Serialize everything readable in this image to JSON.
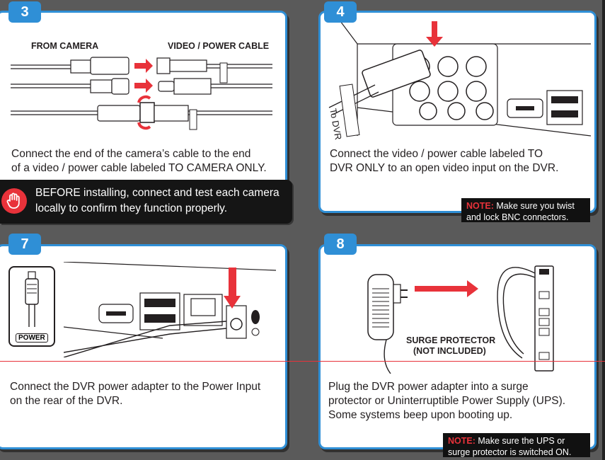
{
  "colors": {
    "accent_blue": "#2f8fd6",
    "alert_red": "#e8323a",
    "note_bg": "#111111",
    "page_bg": "#5a5a5a"
  },
  "steps": [
    {
      "number": "3",
      "labels": {
        "from_camera": "FROM CAMERA",
        "cable": "VIDEO / POWER CABLE"
      },
      "text": "Connect the end of the camera’s cable to the end\nof a video / power cable labeled TO CAMERA ONLY."
    },
    {
      "number": "4",
      "cable_tag": "To DVR",
      "text": "Connect the video / power cable labeled TO\nDVR ONLY to an open video input on the DVR.",
      "note": {
        "prefix": "NOTE:",
        "text": " Make sure you twist\nand lock BNC connectors."
      }
    },
    {
      "number": "7",
      "power_label": "POWER",
      "text": "Connect the DVR power adapter to the Power Input\non the rear of the DVR."
    },
    {
      "number": "8",
      "surge_label_1": "SURGE PROTECTOR",
      "surge_label_2": "(NOT INCLUDED)",
      "text": "Plug the DVR power adapter into a surge\nprotector or Uninterruptible Power Supply (UPS).\nSome systems beep upon booting up.",
      "note": {
        "prefix": "NOTE:",
        "text": " Make sure the UPS or\nsurge protector is switched ON."
      }
    }
  ],
  "warning": {
    "icon": "stop-hand-icon",
    "text": "BEFORE installing, connect and test each camera\nlocally to confirm they function properly."
  }
}
